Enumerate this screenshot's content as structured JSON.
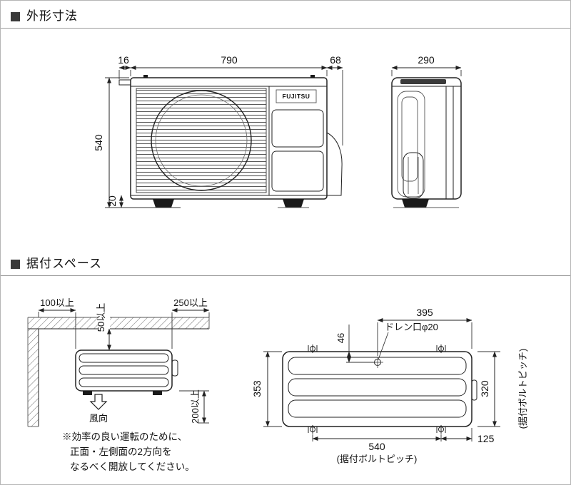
{
  "page": {
    "section1_title": "外形寸法",
    "section2_title": "据付スペース"
  },
  "front_view": {
    "logo": "FUJITSU",
    "dim_flange": "16",
    "dim_width": "790",
    "dim_side_cover": "68",
    "dim_height": "540",
    "dim_base_height": "20"
  },
  "side_view": {
    "dim_depth": "290"
  },
  "install_side_view": {
    "clearance_left": "100以上",
    "clearance_top": "50以上",
    "clearance_right": "250以上",
    "clearance_front": "200以上",
    "wind_direction": "風向",
    "note_line1": "※効率の良い運転のために、",
    "note_line2": "正面・左側面の2方向を",
    "note_line3": "なるべく開放してください。"
  },
  "install_top_view": {
    "dim_drain_to_edge": "395",
    "dim_drain_offset": "46",
    "drain_label": "ドレン口φ20",
    "dim_depth": "353",
    "dim_bolt_pitch_vertical": "320",
    "bolt_pitch_vertical_label": "(据付ボルトピッチ)",
    "dim_bolt_pitch_horizontal": "540",
    "bolt_pitch_horizontal_label": "(据付ボルトピッチ)",
    "dim_edge_offset": "125"
  }
}
